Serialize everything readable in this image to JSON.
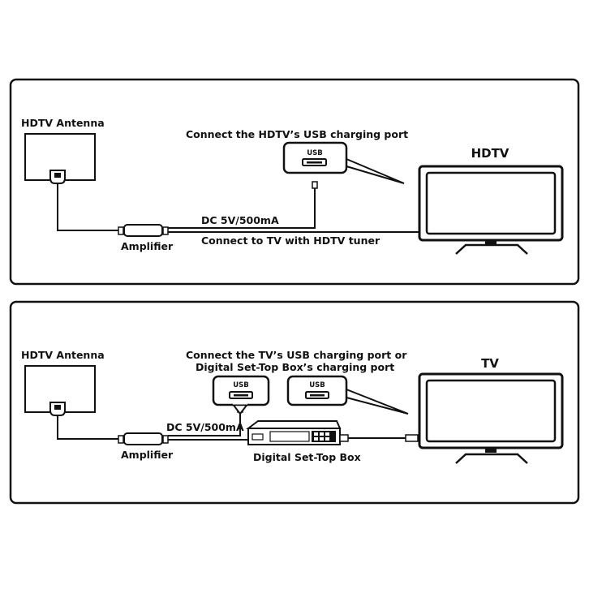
{
  "diagram_top": {
    "antenna_label": "HDTV Antenna",
    "usb_caption": "Connect the HDTV’s USB charging port",
    "usb_label": "USB",
    "tv_label": "HDTV",
    "power_label": "DC 5V/500mA",
    "amplifier_label": "Amplifier",
    "tv_connection_label": "Connect to TV with HDTV tuner"
  },
  "diagram_bottom": {
    "antenna_label": "HDTV Antenna",
    "usb_caption_line1": "Connect the TV’s USB charging port or",
    "usb_caption_line2": "Digital Set-Top Box’s charging port",
    "usb_label_left": "USB",
    "usb_label_right": "USB",
    "tv_label": "TV",
    "power_label": "DC 5V/500mA",
    "amplifier_label": "Amplifier",
    "set_top_box_label": "Digital Set-Top Box"
  }
}
